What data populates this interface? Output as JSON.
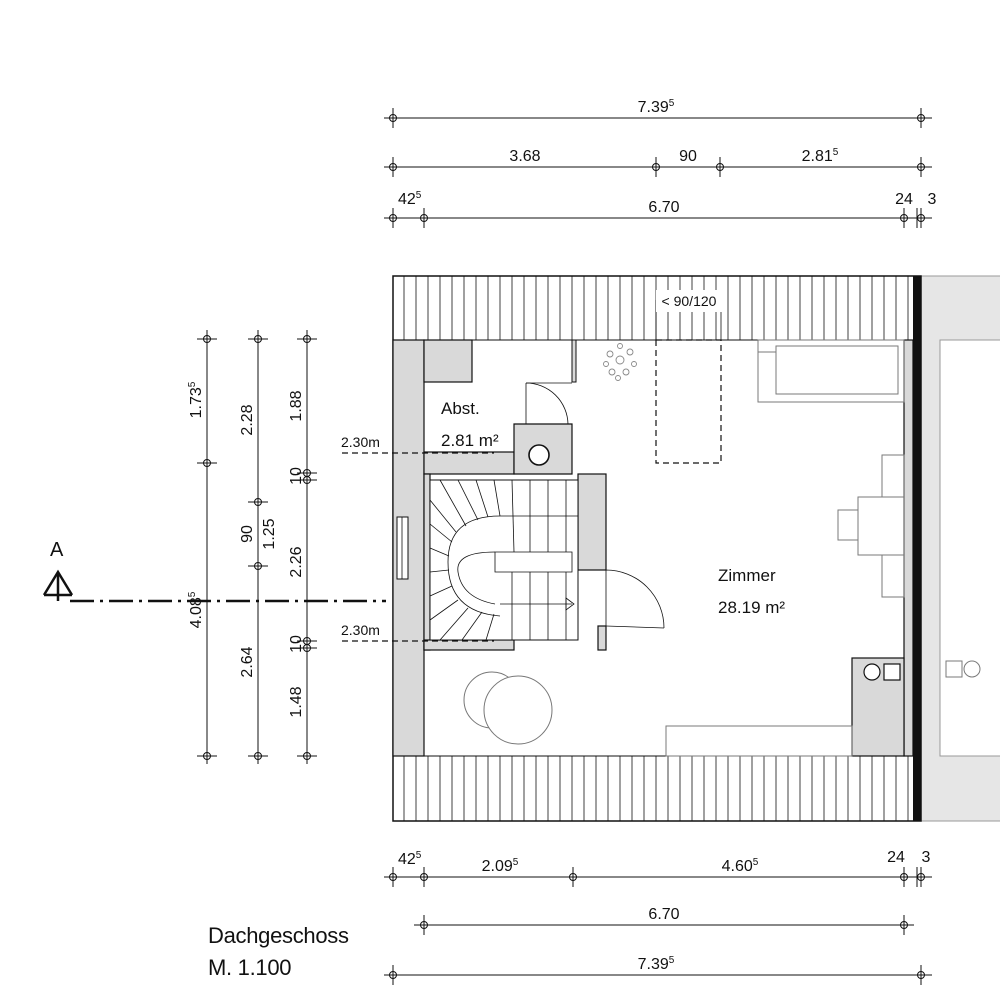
{
  "drawing": {
    "title": "Dachgeschoss",
    "scale": "M. 1.100"
  },
  "dimensions": {
    "top": {
      "overall": "7.39",
      "overall_sup": "5",
      "segment_a": "3.68",
      "segment_b": "90",
      "segment_c": "2.81",
      "segment_c_sup": "5",
      "left_offset": "42",
      "left_offset_sup": "5",
      "inner": "6.70",
      "right_a": "24",
      "right_b": "3"
    },
    "bottom": {
      "left_offset": "42",
      "left_offset_sup": "5",
      "segment_a": "2.09",
      "segment_a_sup": "5",
      "segment_b": "4.60",
      "segment_b_sup": "5",
      "right_a": "24",
      "right_b": "3",
      "inner": "6.70",
      "overall": "7.39",
      "overall_sup": "5"
    },
    "left": {
      "col1_top": "1.73",
      "col1_top_sup": "5",
      "col1_total": "4.08",
      "col1_total_sup": "5",
      "col2_top": "2.28",
      "col2_mid": "90",
      "col2_mid2": "1.25",
      "col2_bottom": "2.64",
      "col3_top": "1.88",
      "col3_a": "10",
      "col3_mid": "2.26",
      "col3_b": "10",
      "col3_bottom": "1.48"
    }
  },
  "rooms": [
    {
      "name": "Abst.",
      "area": "2.81 m²"
    },
    {
      "name": "Zimmer",
      "area": "28.19 m²"
    }
  ],
  "annotations": {
    "height_line_1": "2.30m",
    "height_line_2": "2.30m",
    "window": "< 90/120",
    "section_marker": "A"
  }
}
